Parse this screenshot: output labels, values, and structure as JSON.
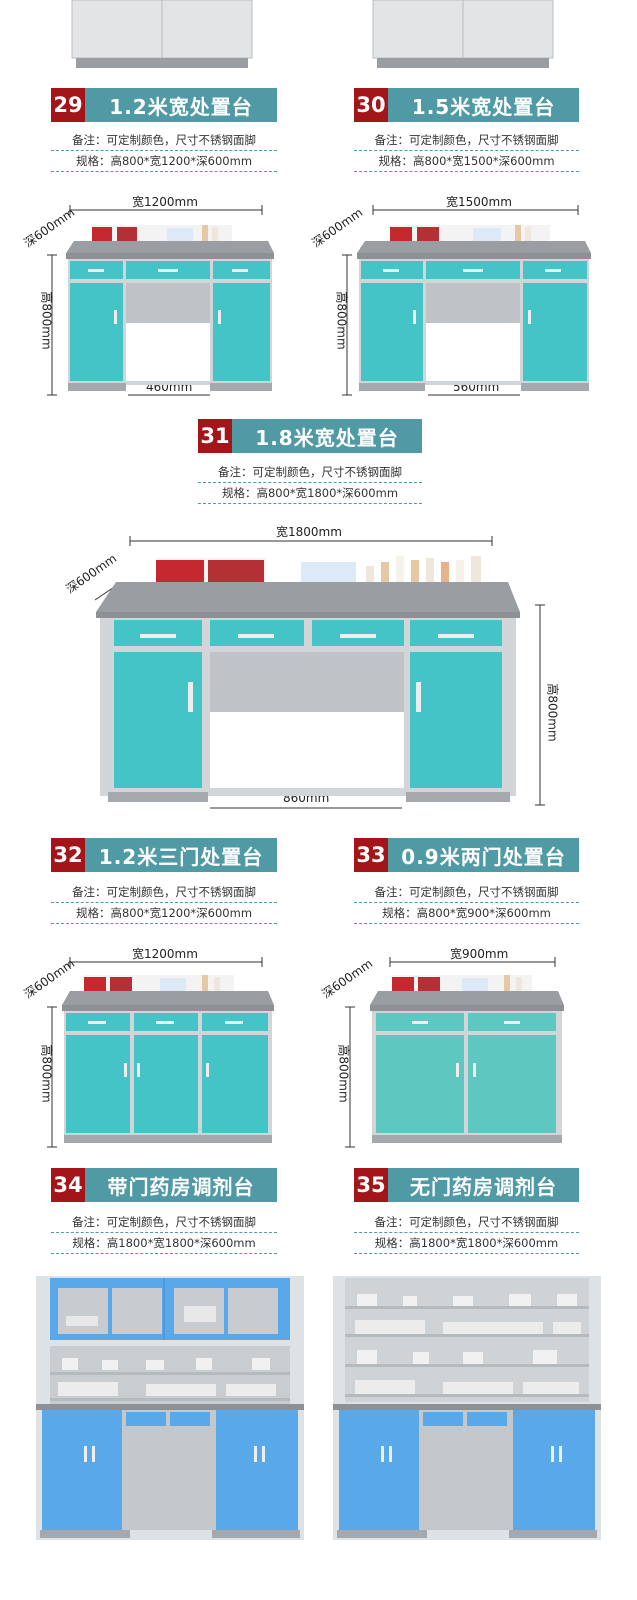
{
  "note_text": "备注：可定制颜色，尺寸不锈钢面脚",
  "colors": {
    "header_red": "#a31519",
    "header_teal": "#4f9aa4",
    "cabinet_teal": "#44c5c9",
    "cabinet_blue": "#4ea3e6",
    "frame_gray": "#cfd3d6"
  },
  "products": [
    {
      "num": "29",
      "title": "1.2米宽处置台",
      "spec": "规格：高800*宽1200*深600mm",
      "width_label": "宽1200mm",
      "depth_label": "深600mm",
      "height_label": "高800mm",
      "gap_label": "460mm"
    },
    {
      "num": "30",
      "title": "1.5米宽处置台",
      "spec": "规格：高800*宽1500*深600mm",
      "width_label": "宽1500mm",
      "depth_label": "深600mm",
      "height_label": "高800mm",
      "gap_label": "560mm"
    },
    {
      "num": "31",
      "title": "1.8米宽处置台",
      "spec": "规格：高800*宽1800*深600mm",
      "width_label": "宽1800mm",
      "depth_label": "深600mm",
      "height_label": "高800mm",
      "gap_label": "860mm"
    },
    {
      "num": "32",
      "title": "1.2米三门处置台",
      "spec": "规格：高800*宽1200*深600mm",
      "width_label": "宽1200mm",
      "depth_label": "深600mm",
      "height_label": "高800mm"
    },
    {
      "num": "33",
      "title": "0.9米两门处置台",
      "spec": "规格：高800*宽900*深600mm",
      "width_label": "宽900mm",
      "depth_label": "深600mm",
      "height_label": "高800mm"
    },
    {
      "num": "34",
      "title": "带门药房调剂台",
      "spec": "规格：高1800*宽1800*深600mm"
    },
    {
      "num": "35",
      "title": "无门药房调剂台",
      "spec": "规格：高1800*宽1800*深600mm"
    }
  ]
}
